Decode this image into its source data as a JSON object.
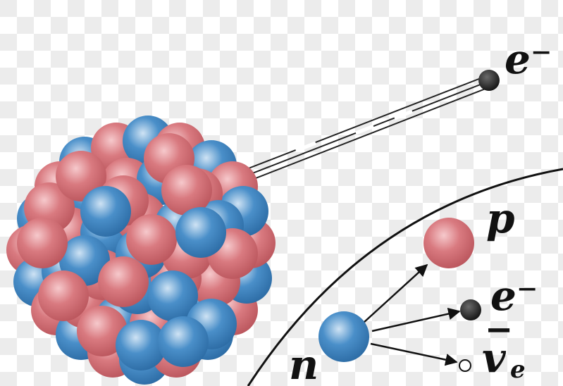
{
  "labels": {
    "electron_emitted": "e⁻",
    "proton": "p",
    "electron": "e⁻",
    "antineutrino_v": "v",
    "antineutrino_sub": "e",
    "antineutrino_bar": "−",
    "neutron": "n"
  },
  "colors": {
    "proton": "#d9757b",
    "neutron": "#3f86c2",
    "electron": "#1e1e1e",
    "checker_light": "#ffffff",
    "checker_dark": "#ececec",
    "line": "#111111"
  }
}
